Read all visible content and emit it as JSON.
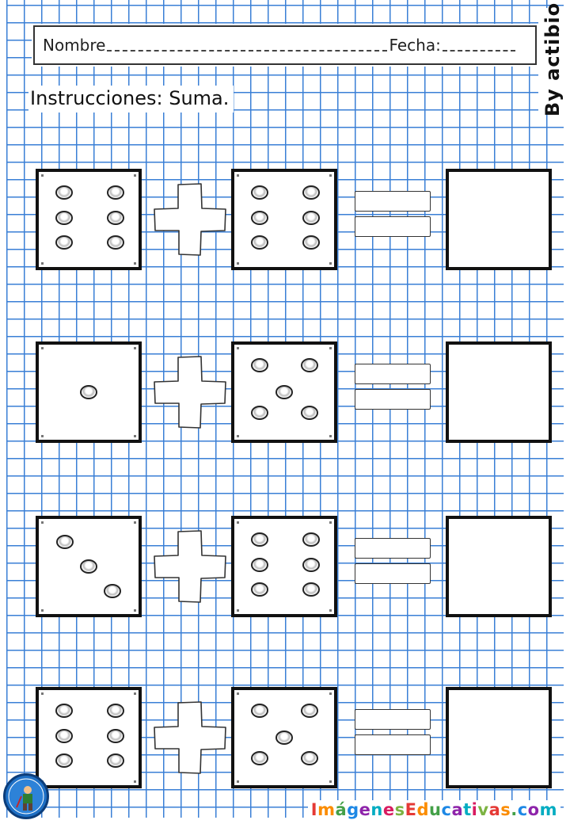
{
  "header": {
    "name_label": "Nombre",
    "date_label": "Fecha:"
  },
  "instructions": "Instrucciones: Suma.",
  "brand_vertical": "By actibio",
  "footer": {
    "site_parts": [
      "Imágenes",
      "Educativas",
      ".com"
    ],
    "colors": [
      "#e53935",
      "#fb8c00",
      "#43a047",
      "#1e88e5",
      "#8e24aa",
      "#00acc1",
      "#d81b60",
      "#7cb342"
    ]
  },
  "exercises": [
    {
      "left_pips": 6,
      "right_pips": 6
    },
    {
      "left_pips": 1,
      "right_pips": 5
    },
    {
      "left_pips": 3,
      "right_pips": 6
    },
    {
      "left_pips": 6,
      "right_pips": 5
    }
  ],
  "colors": {
    "grid": "#3a7fd6",
    "ink": "#111111"
  }
}
